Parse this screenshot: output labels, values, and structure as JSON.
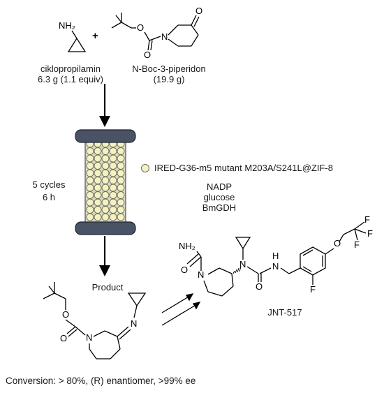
{
  "reactants": {
    "amine_name": "ciklopropilamin",
    "amine_amount": "6.3 g (1.1 equiv)",
    "plus": "+",
    "ketone_name": "N-Boc-3-piperidon",
    "ketone_amount": "(19.9 g)"
  },
  "reactor": {
    "cycles": "5 cycles",
    "time": "6 h",
    "catalyst_label": "IRED-G36-m5 mutant M203A/S241L@ZIF-8",
    "cofactors": [
      "NADP",
      "glucose",
      "BmGDH"
    ]
  },
  "product_label": "Product",
  "final_product_label": "JNT-517",
  "footer": "Conversion: > 80%, (R) enantiomer, >99% ee",
  "atoms": {
    "nh2": "NH₂",
    "o": "O",
    "n": "N",
    "h": "H",
    "f": "F"
  },
  "colors": {
    "reactor_cap": "#4a5366",
    "reactor_cap_dark": "#1f2430",
    "bead_fill": "#f4f2c4",
    "bead_stroke": "#6b6b55",
    "reactor_body": "#d9d9c8"
  }
}
